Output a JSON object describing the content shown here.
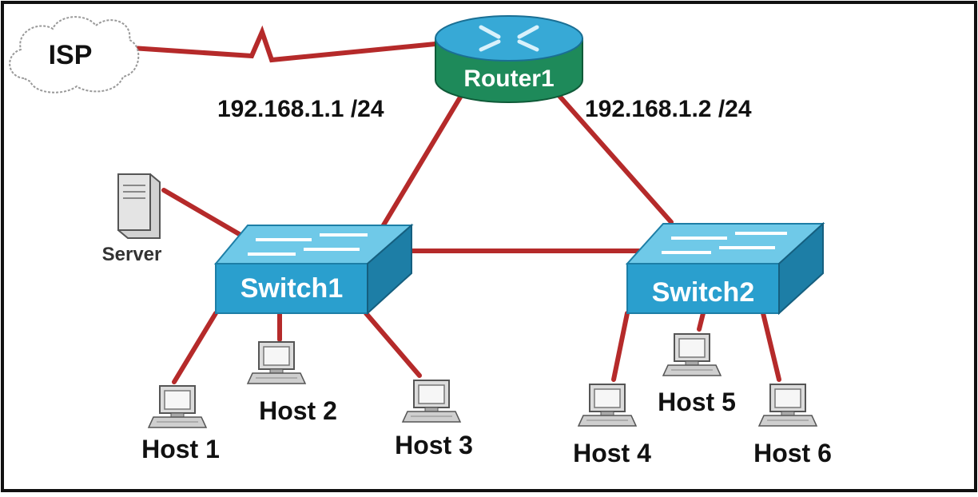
{
  "colors": {
    "frame": "#111111",
    "link": "#b52a2a",
    "router_top": "#37a9d6",
    "router_body": "#1e8a5a",
    "switch_top": "#6fc9e8",
    "switch_front": "#2a9fce",
    "switch_side": "#1d7ea6",
    "label": "#111111",
    "device_label": "#ffffff"
  },
  "nodes": {
    "isp": {
      "label": "ISP",
      "icon": "cloud-icon"
    },
    "router1": {
      "label": "Router1",
      "icon": "router-icon"
    },
    "switch1": {
      "label": "Switch1",
      "icon": "switch-icon"
    },
    "switch2": {
      "label": "Switch2",
      "icon": "switch-icon"
    },
    "server": {
      "label": "Server",
      "icon": "server-icon"
    },
    "hosts": [
      {
        "label": "Host 1",
        "icon": "pc-icon"
      },
      {
        "label": "Host 2",
        "icon": "pc-icon"
      },
      {
        "label": "Host 3",
        "icon": "pc-icon"
      },
      {
        "label": "Host 4",
        "icon": "pc-icon"
      },
      {
        "label": "Host 5",
        "icon": "pc-icon"
      },
      {
        "label": "Host 6",
        "icon": "pc-icon"
      }
    ]
  },
  "addresses": {
    "router_to_switch1": "192.168.1.1 /24",
    "router_to_switch2": "192.168.1.2 /24"
  }
}
